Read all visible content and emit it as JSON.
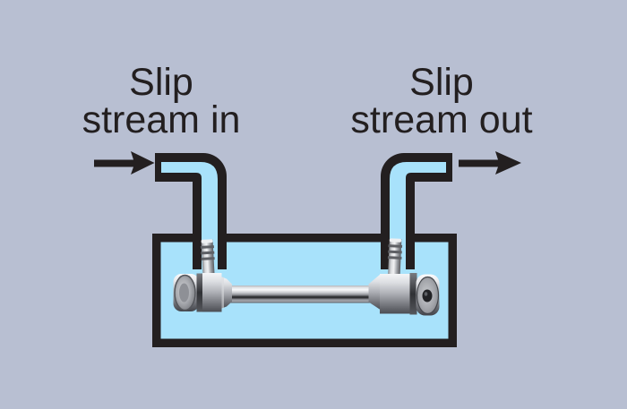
{
  "title": "Slip stream sensor installation diagram",
  "colors": {
    "background": "#b8bfd2",
    "outline": "#231f20",
    "liquid": "#a8e2fb",
    "metal_base": "#b9bbc0"
  },
  "labels": {
    "inlet": {
      "line1": "Slip",
      "line2": "stream in"
    },
    "outlet": {
      "line1": "Slip",
      "line2": "stream out"
    }
  },
  "icons": {
    "inlet_arrow": "right-arrow",
    "outlet_arrow": "right-arrow"
  }
}
